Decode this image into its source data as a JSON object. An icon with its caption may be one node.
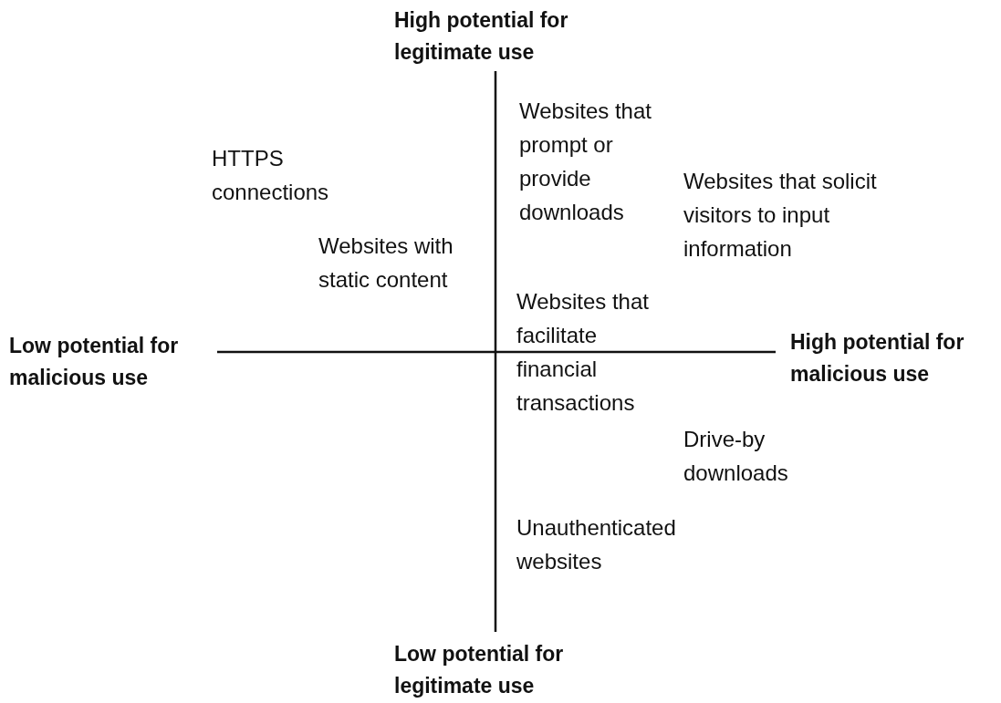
{
  "diagram": {
    "labels": [
      "High potential for legitimate use",
      "Websites that prompt or provide downloads",
      "HTTPS connections",
      "Websites that solicit visitors to input information",
      "Websites with static content",
      "Websites that facilitate financial transactions",
      "Low potential for malicious use",
      "High potential for malicious use",
      "Drive-by downloads",
      "Unauthenticated websites",
      "Low potential for legitimate use"
    ]
  }
}
